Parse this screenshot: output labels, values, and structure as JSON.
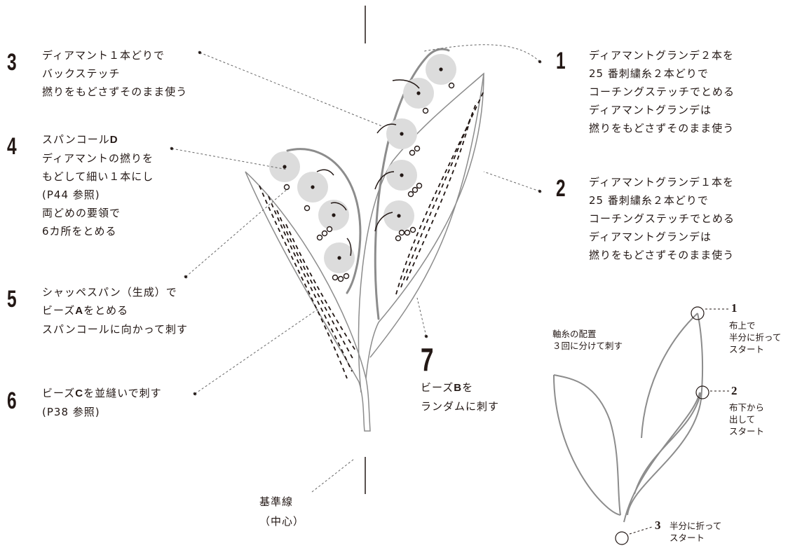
{
  "callouts": [
    {
      "num": "3",
      "lines": [
        "ディアマント１本どりで",
        "バックステッチ",
        "撚りをもどさずそのまま使う"
      ]
    },
    {
      "num": "4",
      "lines": [
        "スパンコール",
        "ディアマントの撚りを",
        "もどして細い１本にし",
        "(P44 参照)",
        "両どめの要領で",
        "6カ所をとめる"
      ],
      "bold_letter": "D"
    },
    {
      "num": "5",
      "lines": [
        "シャッペスパン（生成）で",
        "ビーズ",
        "をとめる",
        "スパンコールに向かって刺す"
      ],
      "bold_letter": "A"
    },
    {
      "num": "6",
      "lines": [
        "ビーズ",
        "を並縫いで刺す",
        "(P38 参照)"
      ],
      "bold_letter": "C"
    },
    {
      "num": "1",
      "lines": [
        "ディアマントグランデ２本を",
        "25 番刺繍糸２本どりで",
        "コーチングステッチでとめる",
        "ディアマントグランデは",
        "撚りをもどさずそのまま使う"
      ]
    },
    {
      "num": "2",
      "lines": [
        "ディアマントグランデ１本を",
        "25 番刺繍糸２本どりで",
        "コーチングステッチでとめる",
        "ディアマントグランデは",
        "撚りをもどさずそのまま使う"
      ]
    },
    {
      "num": "7",
      "lines": [
        "ビーズ",
        "を",
        "ランダムに刺す"
      ],
      "bold_letter": "B"
    }
  ],
  "baseline_label": [
    "基準線",
    "（中心）"
  ],
  "sub_diagram": {
    "title": [
      "軸糸の配置",
      "３回に分けて刺す"
    ],
    "steps": [
      {
        "num": "1",
        "lines": [
          "布上で",
          "半分に折って",
          "スタート"
        ]
      },
      {
        "num": "2",
        "lines": [
          "布下から",
          "出して",
          "スタート"
        ]
      },
      {
        "num": "3",
        "lines": [
          "半分に折って",
          "スタート"
        ]
      }
    ]
  },
  "colors": {
    "text": "#231815",
    "line": "#8c8c8c",
    "sequin": "#dcdcdc"
  }
}
